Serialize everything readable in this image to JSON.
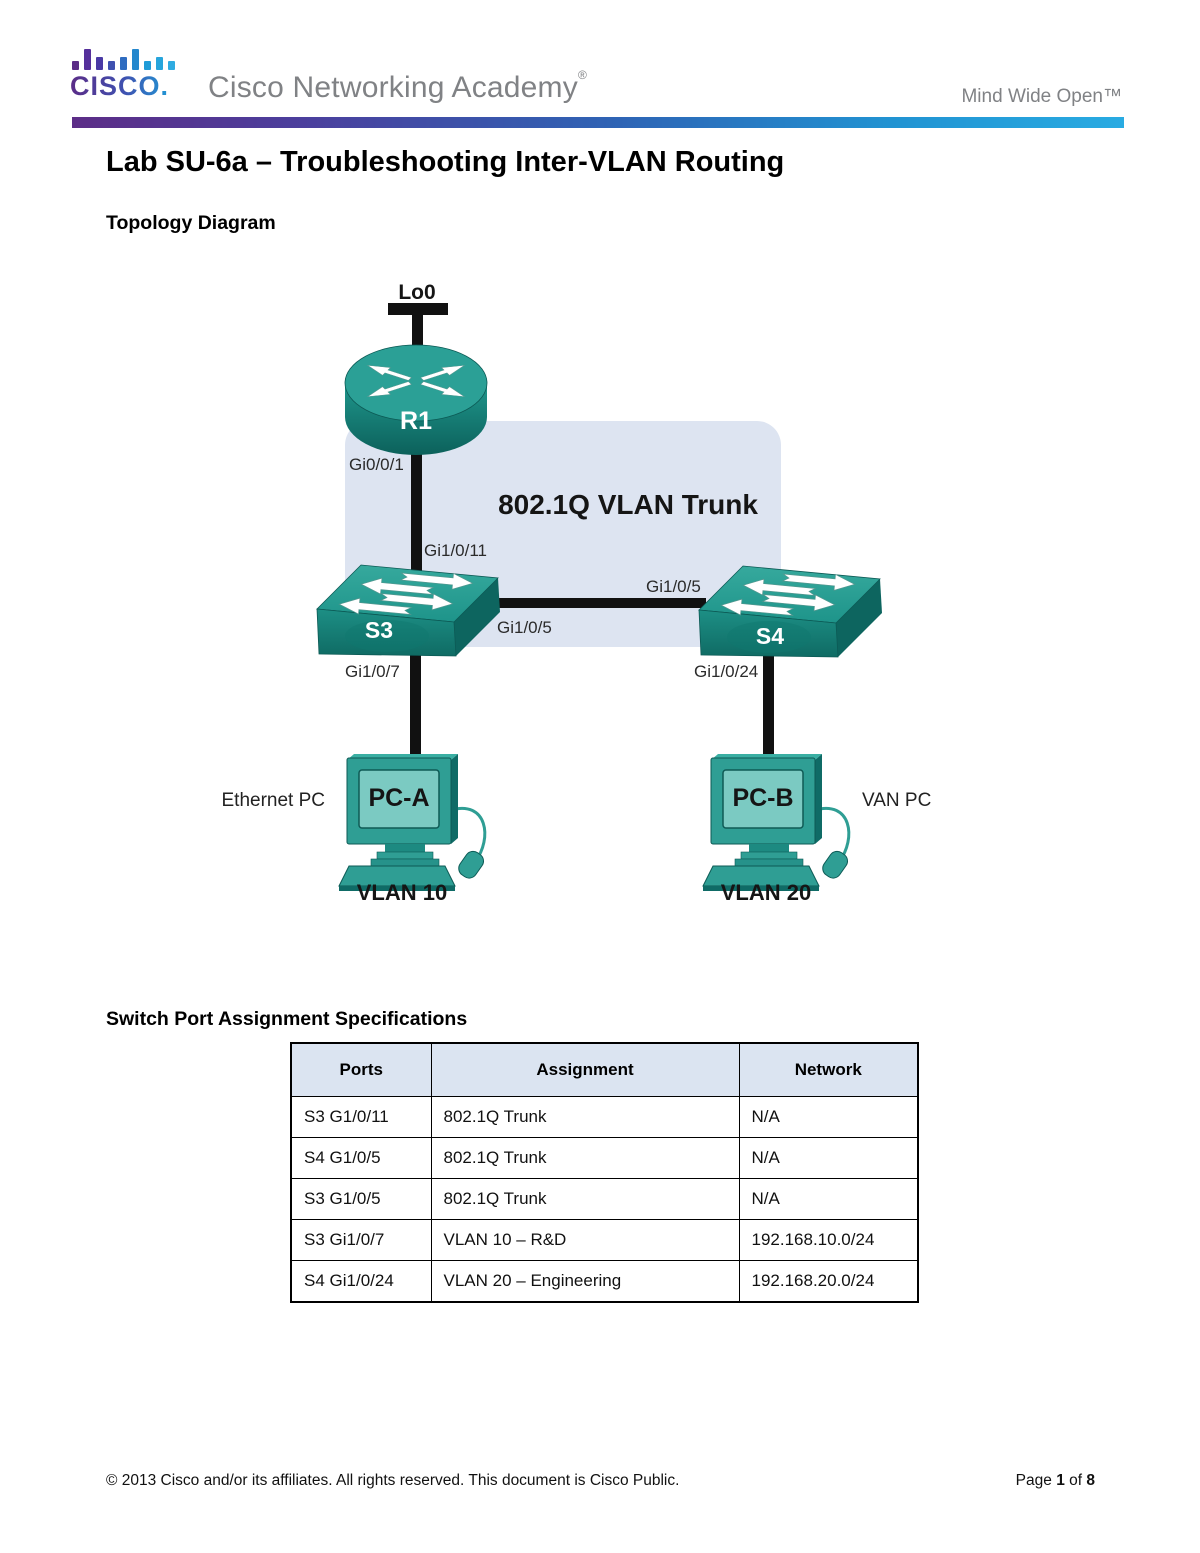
{
  "header": {
    "logo_word": "CISCO.",
    "brand": "Cisco Networking Academy",
    "brand_mark": "®",
    "tagline": "Mind Wide Open™"
  },
  "document": {
    "title": "Lab SU-6a – Troubleshooting Inter-VLAN Routing",
    "topology_heading": "Topology Diagram",
    "table_heading": "Switch Port Assignment Specifications"
  },
  "topology": {
    "loopback_label": "Lo0",
    "trunk_label": "802.1Q VLAN Trunk",
    "router": {
      "name": "R1",
      "uplink_if": "Gi0/0/1"
    },
    "switch_s3": {
      "name": "S3",
      "router_if": "Gi1/0/11",
      "trunk_if": "Gi1/0/5",
      "pc_if": "Gi1/0/7"
    },
    "switch_s4": {
      "name": "S4",
      "trunk_if": "Gi1/0/5",
      "pc_if": "Gi1/0/24"
    },
    "pc_a": {
      "name": "PC-A",
      "vlan": "VLAN 10",
      "side_label": "Ethernet PC"
    },
    "pc_b": {
      "name": "PC-B",
      "vlan": "VLAN 20",
      "side_label": "VAN PC"
    }
  },
  "table": {
    "headers": [
      "Ports",
      "Assignment",
      "Network"
    ],
    "rows": [
      [
        "S3 G1/0/11",
        "802.1Q Trunk",
        "N/A"
      ],
      [
        "S4 G1/0/5",
        "802.1Q Trunk",
        "N/A"
      ],
      [
        "S3 G1/0/5",
        "802.1Q Trunk",
        "N/A"
      ],
      [
        "S3 Gi1/0/7",
        "VLAN 10 – R&D",
        "192.168.10.0/24"
      ],
      [
        "S4 Gi1/0/24",
        "VLAN 20 – Engineering",
        "192.168.20.0/24"
      ]
    ]
  },
  "footer": {
    "copyright": "© 2013 Cisco and/or its affiliates. All rights reserved. This document is Cisco Public.",
    "page_prefix": "Page",
    "page_number": "1",
    "page_of": "of",
    "page_total": "8"
  },
  "colors": {
    "device_teal": "#2f9e94",
    "device_teal_dark": "#0e655f",
    "screen_teal": "#7bcac2",
    "trunk_region": "#dde4f1",
    "table_header_bg": "#dbe4f1",
    "brand_gray": "#808285",
    "bar_gradient_start": "#5c2d87",
    "bar_gradient_end": "#29abe2"
  }
}
